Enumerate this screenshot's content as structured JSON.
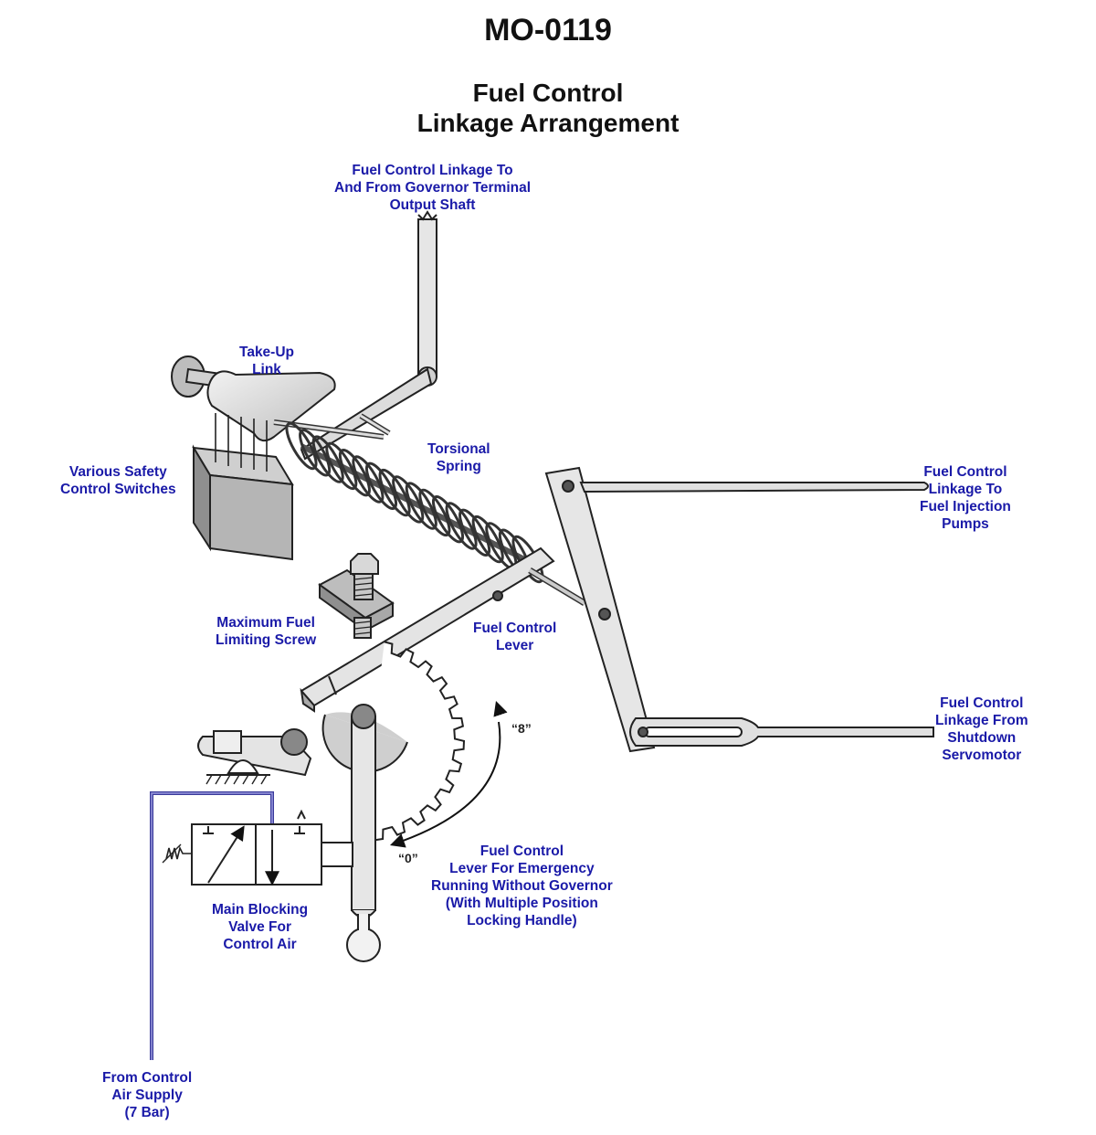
{
  "document_id": "MO-0119",
  "title_line1": "Fuel Control",
  "title_line2": "Linkage Arrangement",
  "labels": {
    "governor_linkage": [
      "Fuel Control Linkage To",
      "And From Governor Terminal",
      "Output Shaft"
    ],
    "take_up_link": [
      "Take-Up",
      "Link"
    ],
    "safety_switches": [
      "Various Safety",
      "Control Switches"
    ],
    "torsional_spring": [
      "Torsional",
      "Spring"
    ],
    "injection_linkage": [
      "Fuel Control",
      "Linkage To",
      "Fuel Injection",
      "Pumps"
    ],
    "max_fuel_screw": [
      "Maximum Fuel",
      "Limiting Screw"
    ],
    "fuel_control_lever": [
      "Fuel Control",
      "Lever"
    ],
    "shutdown_linkage": [
      "Fuel Control",
      "Linkage From",
      "Shutdown",
      "Servomotor"
    ],
    "emergency_lever": [
      "Fuel Control",
      "Lever For Emergency",
      "Running Without Governor",
      "(With Multiple Position",
      "Locking Handle)"
    ],
    "blocking_valve": [
      "Main Blocking",
      "Valve For",
      "Control Air"
    ],
    "air_supply": [
      "From Control",
      "Air Supply",
      "(7 Bar)"
    ]
  },
  "position_marks": {
    "max": "“8”",
    "zero": "“0”"
  },
  "colors": {
    "label_text": "#1a1aa8",
    "air_line": "#3a3a9a",
    "metal_fill": "#d6d6d6",
    "outline": "#222222"
  }
}
